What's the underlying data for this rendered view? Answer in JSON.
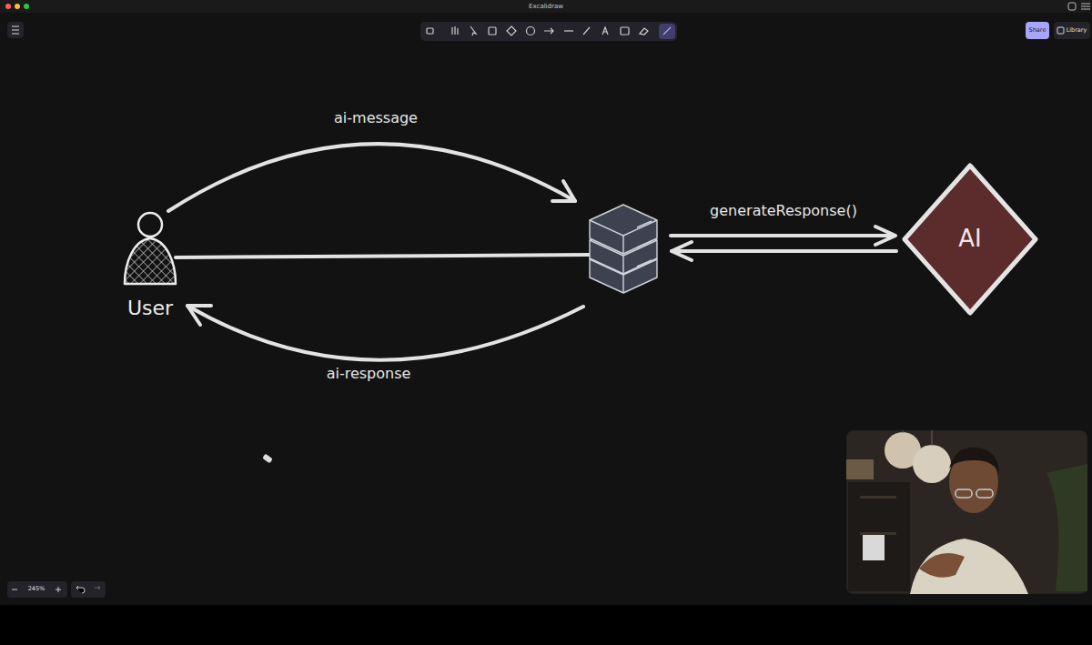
{
  "diagram": {
    "nodes": [
      {
        "text": [
          "User"
        ]
      },
      {
        "text": [
          "AI"
        ]
      }
    ],
    "labels": [
      "Excalidraw",
      "Share",
      "Library",
      "245%",
      "ai-message",
      "generateResponse()",
      "ai-response"
    ]
  }
}
